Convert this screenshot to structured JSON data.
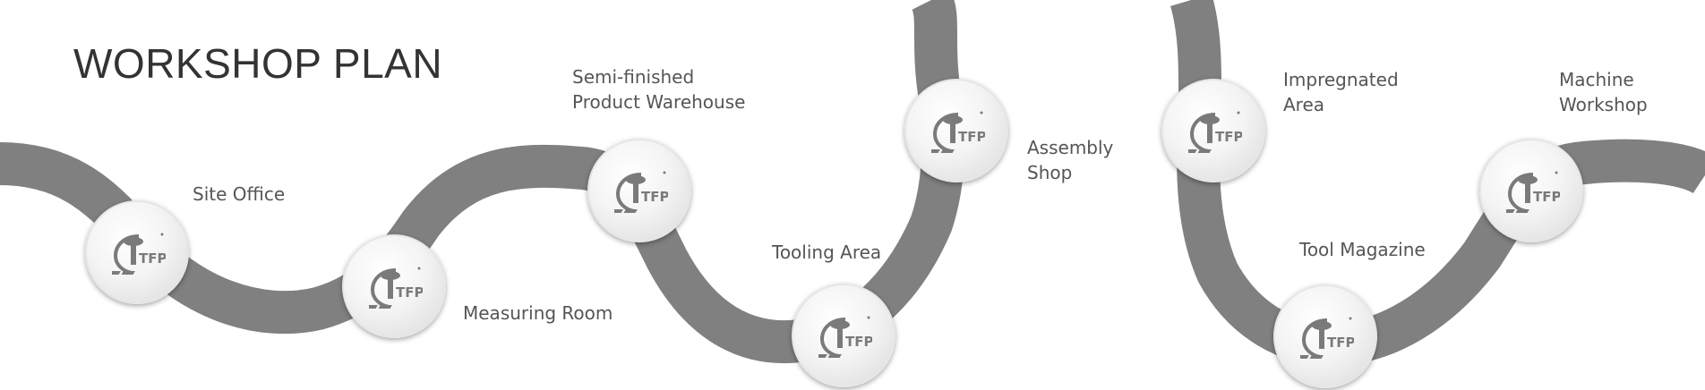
{
  "title": "WORKSHOP PLAN",
  "colors": {
    "road": "#808080",
    "node_fill": "#f2f2f2",
    "text": "#555555",
    "title": "#333333"
  },
  "nodes": [
    {
      "icon": "tfp-logo-icon",
      "label_lines": [
        "Site Office"
      ]
    },
    {
      "icon": "tfp-logo-icon",
      "label_lines": [
        "Measuring Room"
      ]
    },
    {
      "icon": "tfp-logo-icon",
      "label_lines": [
        "Semi-finished",
        "Product Warehouse"
      ]
    },
    {
      "icon": "tfp-logo-icon",
      "label_lines": [
        "Tooling Area"
      ]
    },
    {
      "icon": "tfp-logo-icon",
      "label_lines": [
        "Assembly",
        "Shop"
      ]
    },
    {
      "icon": "tfp-logo-icon",
      "label_lines": [
        "Impregnated",
        "Area"
      ]
    },
    {
      "icon": "tfp-logo-icon",
      "label_lines": [
        "Tool Magazine"
      ]
    },
    {
      "icon": "tfp-logo-icon",
      "label_lines": [
        "Machine",
        "Workshop"
      ]
    }
  ]
}
